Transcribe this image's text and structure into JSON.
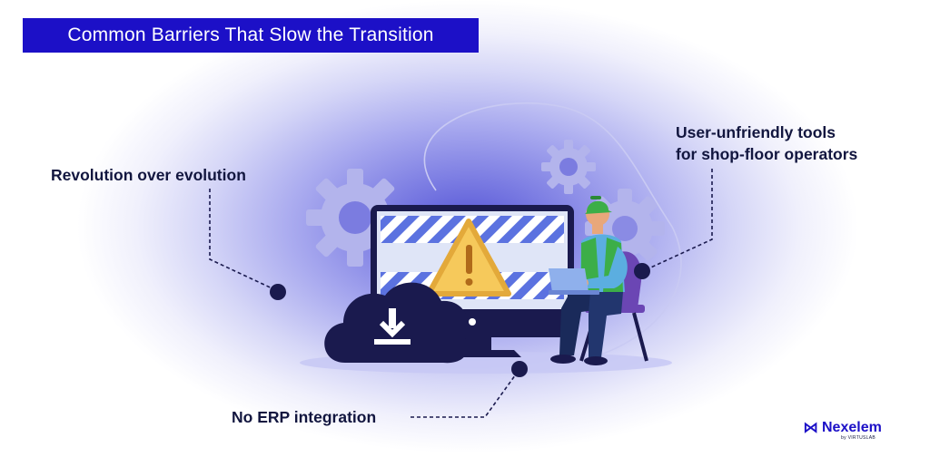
{
  "title": "Common Barriers That Slow the Transition",
  "barriers": [
    {
      "label": "Revolution over evolution"
    },
    {
      "label": "User-unfriendly tools\nfor shop-floor operators"
    },
    {
      "label": "No ERP integration"
    }
  ],
  "logo": {
    "name": "Nexelem",
    "byline": "by VIRTUSLAB"
  },
  "colors": {
    "title_bg": "#1c10c7",
    "accent": "#1c10c7",
    "text_dark": "#12163f",
    "cloud": "#1a1a4e",
    "warning": "#f6c95b",
    "worker_vest": "#3cae48"
  },
  "icons": [
    "gear-icon",
    "monitor-icon",
    "warning-icon",
    "download-cloud-icon",
    "worker-figure",
    "laptop-icon",
    "chair-icon"
  ]
}
